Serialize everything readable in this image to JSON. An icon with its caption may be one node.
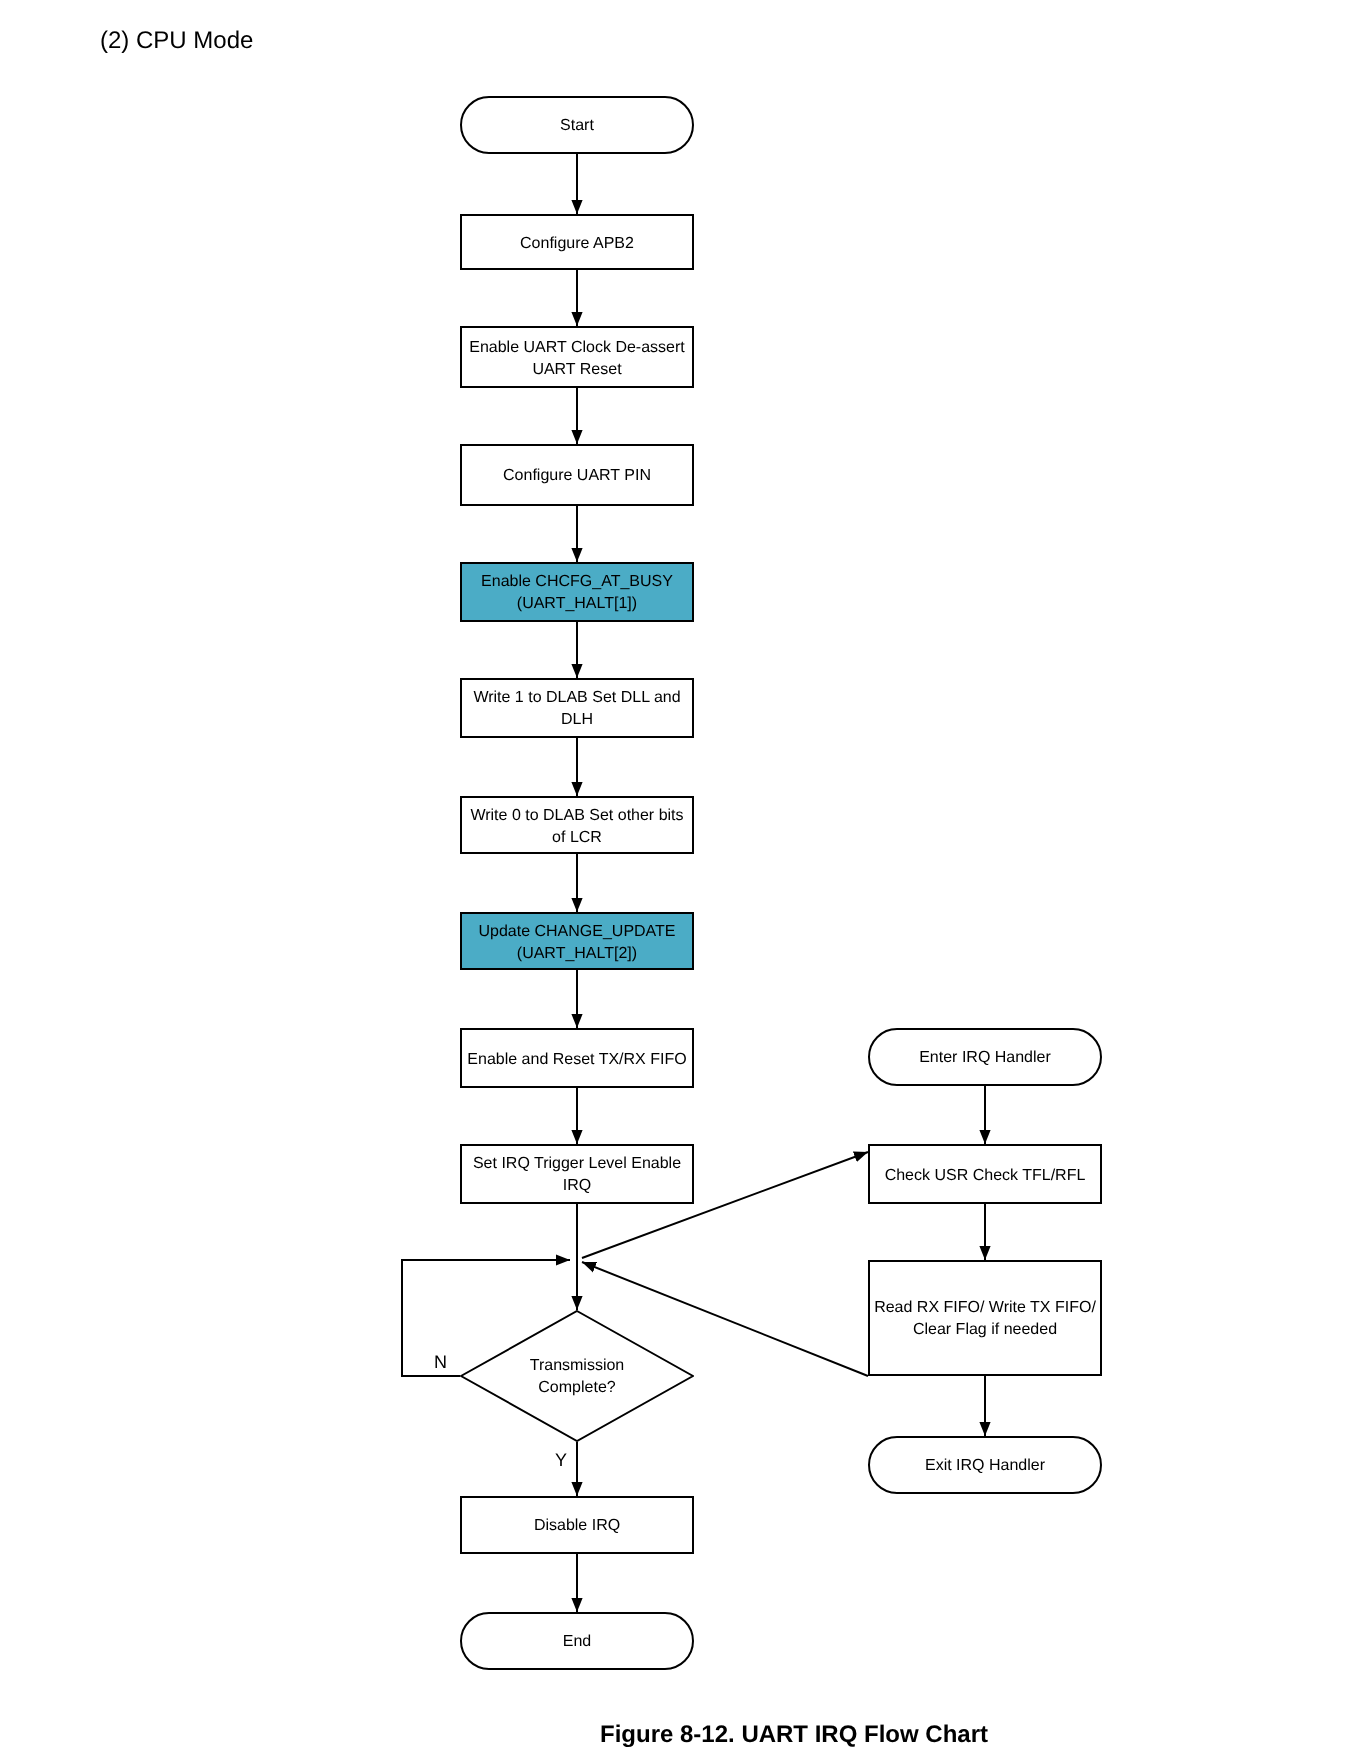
{
  "diagram": {
    "title": "(2) CPU Mode",
    "caption": "Figure 8-12. UART IRQ Flow Chart",
    "nodes": [
      {
        "text": [
          "Start"
        ]
      },
      {
        "text": [
          "Configure APB2"
        ]
      },
      {
        "text": [
          "Enable UART Clock De-assert UART Reset"
        ]
      },
      {
        "text": [
          "Configure UART PIN"
        ]
      },
      {
        "text": [
          "Enable CHCFG_AT_BUSY (UART_HALT[1])"
        ]
      },
      {
        "text": [
          "Write 1 to DLAB Set DLL and DLH"
        ]
      },
      {
        "text": [
          "Write 0 to DLAB Set other bits of LCR"
        ]
      },
      {
        "text": [
          "Update CHANGE_UPDATE (UART_HALT[2])"
        ]
      },
      {
        "text": [
          "Enable and Reset TX/RX FIFO"
        ]
      },
      {
        "text": [
          "Set IRQ Trigger Level Enable IRQ"
        ]
      },
      {
        "text": [
          "Transmission Complete?"
        ]
      },
      {
        "text": [
          "Disable IRQ"
        ]
      },
      {
        "text": [
          "End"
        ]
      },
      {
        "text": [
          "Enter IRQ Handler"
        ]
      },
      {
        "text": [
          "Check USR Check TFL/RFL"
        ]
      },
      {
        "text": [
          "Read RX FIFO/ Write TX FIFO/ Clear Flag if needed"
        ]
      },
      {
        "text": [
          "Exit IRQ Handler"
        ]
      }
    ],
    "edges": [
      {
        "from": 0,
        "to": 1,
        "arrow": "to"
      },
      {
        "from": 1,
        "to": 2,
        "arrow": "to"
      },
      {
        "from": 2,
        "to": 3,
        "arrow": "to"
      },
      {
        "from": 3,
        "to": 4,
        "arrow": "to"
      },
      {
        "from": 4,
        "to": 5,
        "arrow": "to"
      },
      {
        "from": 5,
        "to": 6,
        "arrow": "to"
      },
      {
        "from": 6,
        "to": 7,
        "arrow": "to"
      },
      {
        "from": 7,
        "to": 8,
        "arrow": "to"
      },
      {
        "from": 8,
        "to": 9,
        "arrow": "to"
      },
      {
        "from": 9,
        "to": 10,
        "arrow": "to"
      },
      {
        "from": 10,
        "to": null,
        "label": "N",
        "arrow": "to"
      },
      {
        "from": null,
        "to": 14,
        "arrow": "to"
      },
      {
        "from": 15,
        "to": 10,
        "arrow": "to"
      },
      {
        "from": 10,
        "to": 11,
        "label": "Y",
        "arrow": "to"
      },
      {
        "from": 11,
        "to": 12,
        "arrow": "to"
      },
      {
        "from": 13,
        "to": 14,
        "arrow": "to"
      },
      {
        "from": 14,
        "to": 15,
        "arrow": "to"
      },
      {
        "from": 15,
        "to": 16,
        "arrow": "to"
      }
    ]
  }
}
